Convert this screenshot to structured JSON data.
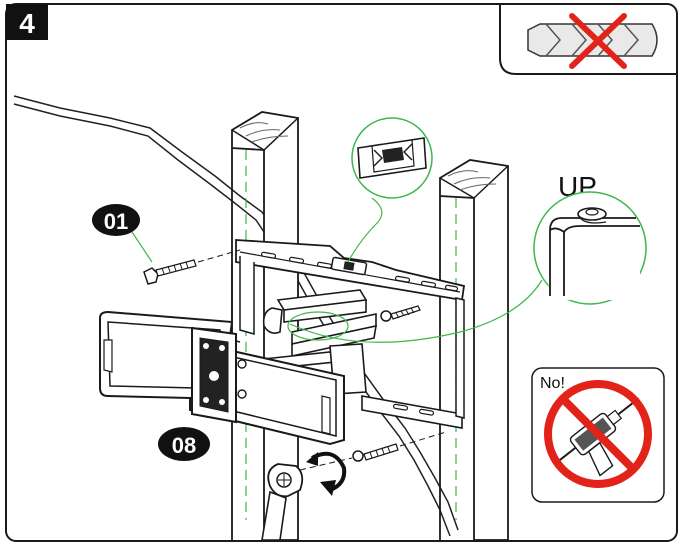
{
  "step": {
    "number": "4"
  },
  "parts": [
    {
      "id": "01",
      "label": "01"
    },
    {
      "id": "08",
      "label": "08"
    }
  ],
  "callouts": {
    "up": {
      "label": "UP"
    },
    "no": {
      "label": "No!"
    }
  },
  "icons": [
    "wall-anchor-crossed-icon",
    "power-drill-prohibited-icon",
    "socket-wrench-icon",
    "rotation-arrow-icon",
    "bubble-level-icon",
    "lag-bolt-icon"
  ],
  "colors": {
    "line": "#1a1a1a",
    "guide_green": "#3db84a",
    "prohibit_red": "#e2231a",
    "badge_fill": "#111111",
    "badge_text": "#ffffff"
  }
}
